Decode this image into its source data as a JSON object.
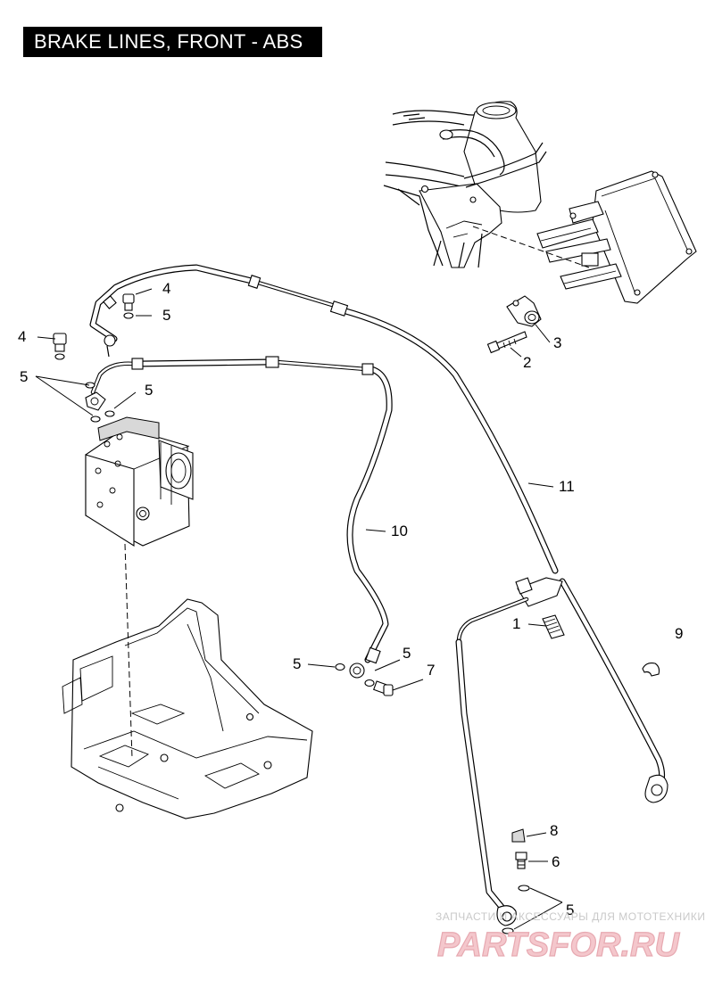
{
  "title": "BRAKE LINES, FRONT - ABS",
  "callouts": {
    "c1": "1",
    "c2": "2",
    "c3": "3",
    "c4a": "4",
    "c4b": "4",
    "c5a": "5",
    "c5b": "5",
    "c5c": "5",
    "c5d": "5",
    "c5e": "5",
    "c5f": "5",
    "c6": "6",
    "c7": "7",
    "c8": "8",
    "c9": "9",
    "c10": "10",
    "c11": "11"
  },
  "watermark": {
    "tagline": "ЗАПЧАСТИ И АКСЕССУАРЫ ДЛЯ МОТОТЕХНИКИ",
    "logo": "PARTSFOR.RU",
    "colors": {
      "logo_fill": "#f4c7cc",
      "logo_stroke": "#e7a9b1",
      "text": "#c9c9c9"
    }
  }
}
